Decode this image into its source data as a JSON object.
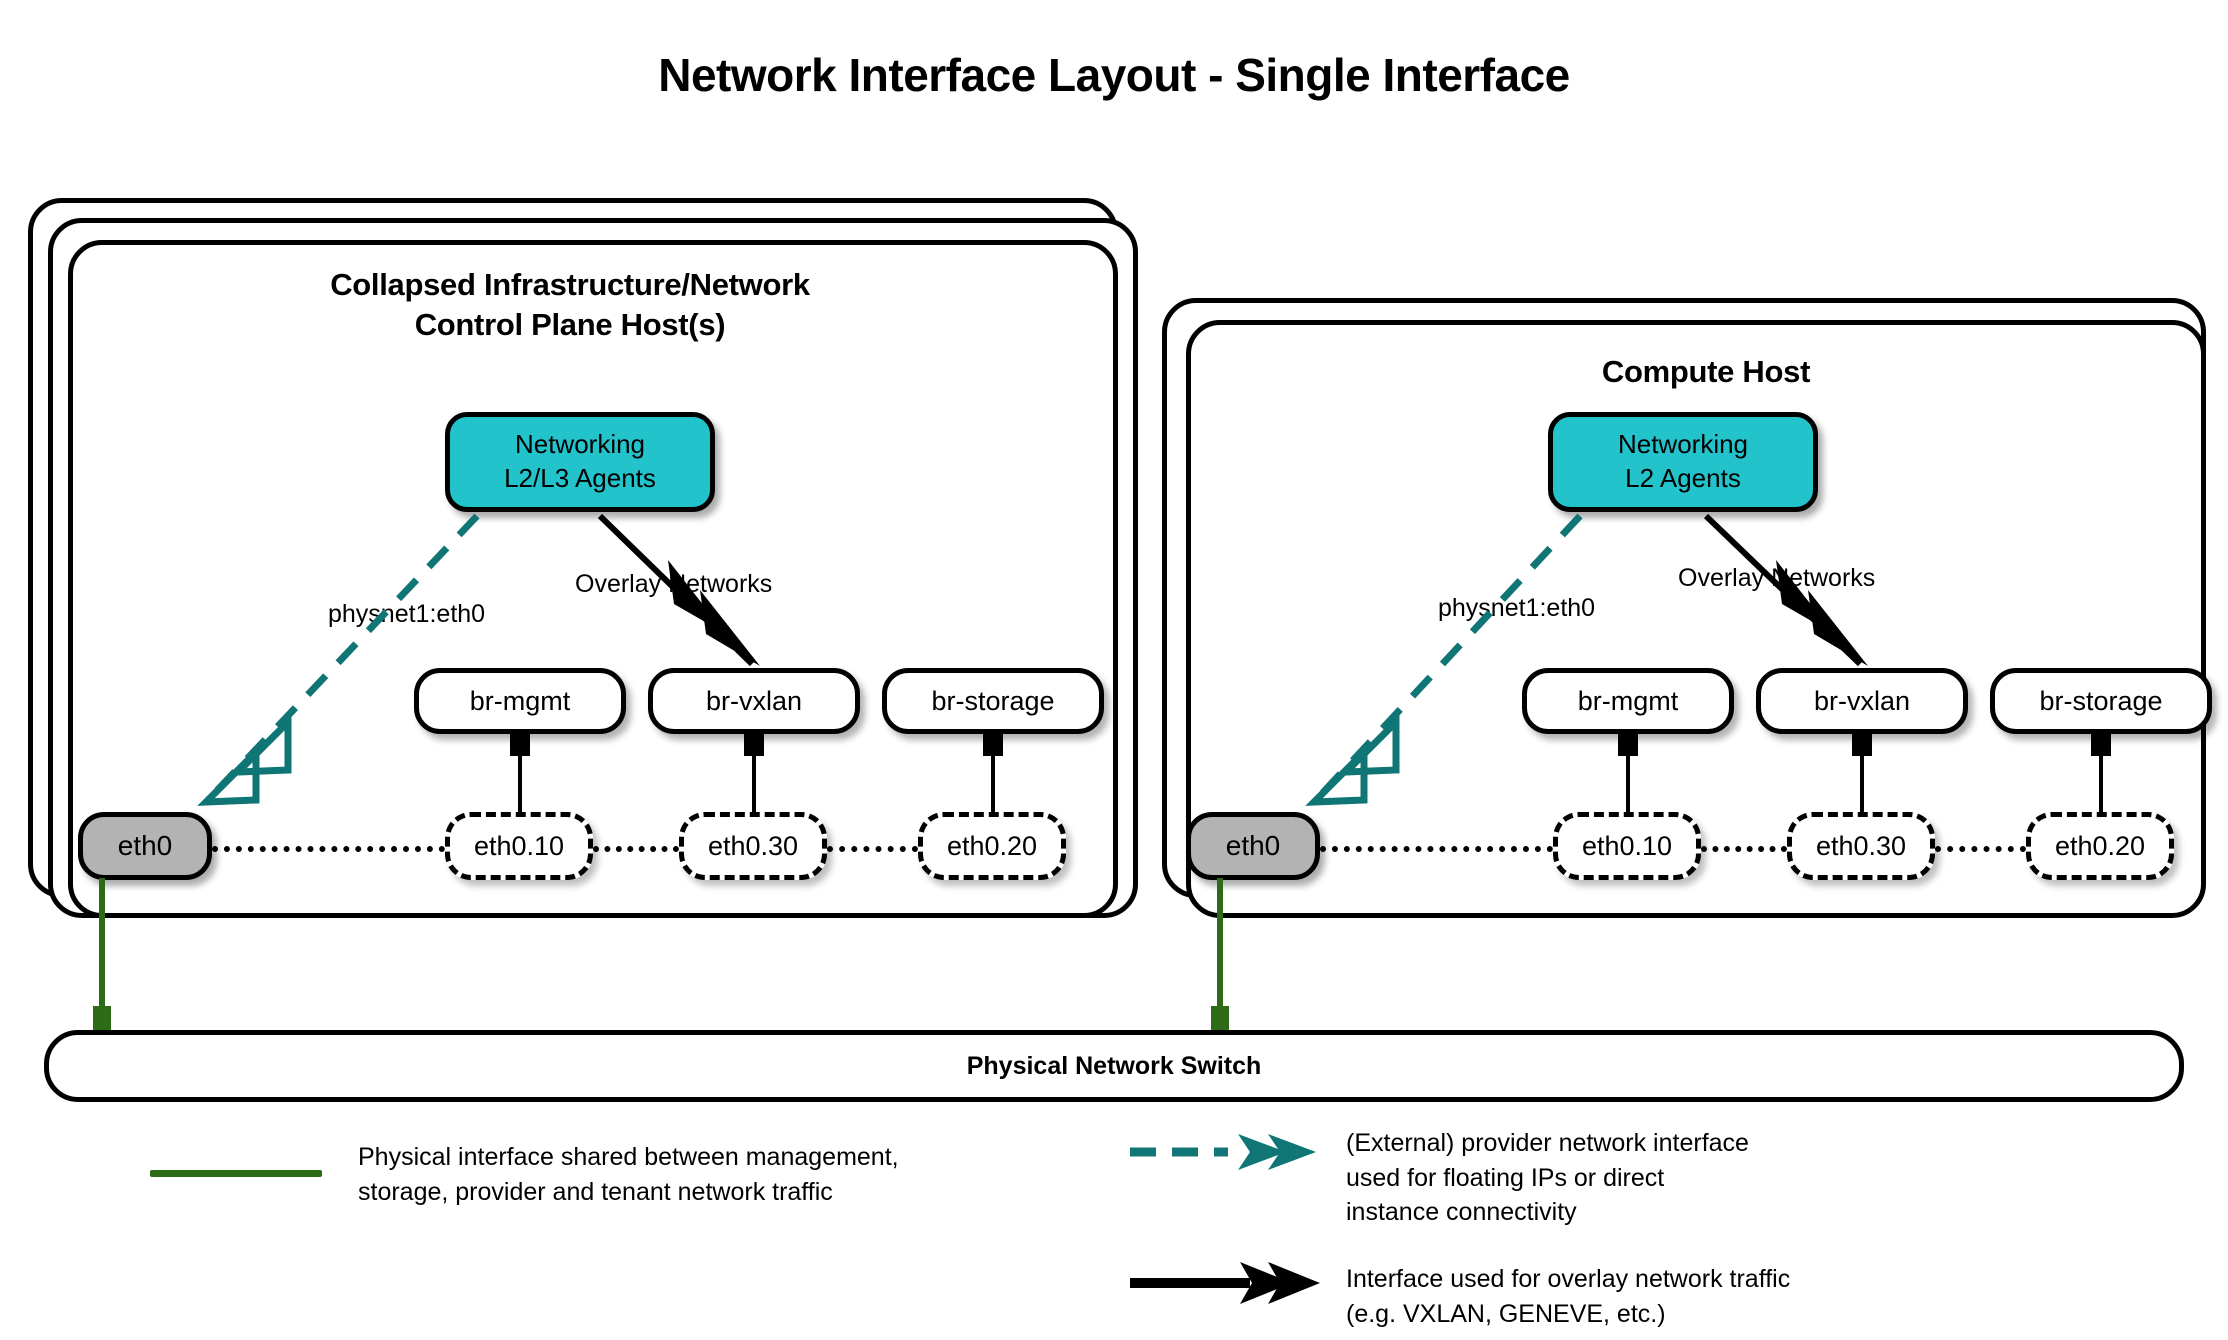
{
  "title": "Network Interface Layout - Single Interface",
  "hosts": [
    {
      "id": "control-plane",
      "title_lines": [
        "Collapsed Infrastructure/Network",
        "Control Plane Host(s)"
      ],
      "stack_count": 3,
      "agent": {
        "lines": [
          "Networking",
          "L2/L3 Agents"
        ],
        "color": "#23c3cc"
      },
      "provider_label": "physnet1:eth0",
      "overlay_label": "Overlay Networks",
      "nic": "eth0",
      "bridges": [
        {
          "name": "br-mgmt",
          "vlan": "eth0.10"
        },
        {
          "name": "br-vxlan",
          "vlan": "eth0.30"
        },
        {
          "name": "br-storage",
          "vlan": "eth0.20"
        }
      ]
    },
    {
      "id": "compute",
      "title_lines": [
        "Compute Host"
      ],
      "stack_count": 2,
      "agent": {
        "lines": [
          "Networking",
          "L2 Agents"
        ],
        "color": "#23c3cc"
      },
      "provider_label": "physnet1:eth0",
      "overlay_label": "Overlay Networks",
      "nic": "eth0",
      "bridges": [
        {
          "name": "br-mgmt",
          "vlan": "eth0.10"
        },
        {
          "name": "br-vxlan",
          "vlan": "eth0.30"
        },
        {
          "name": "br-storage",
          "vlan": "eth0.20"
        }
      ]
    }
  ],
  "switch": {
    "label": "Physical Network Switch"
  },
  "legend": [
    {
      "id": "physical",
      "marker": "solid-green-line",
      "color": "#2d6b16",
      "text": "Physical interface shared between management,\nstorage, provider and tenant network traffic"
    },
    {
      "id": "provider",
      "marker": "teal-dashed-double-arrow",
      "color": "#107575",
      "text": "(External) provider network interface\nused for floating IPs or direct\ninstance connectivity"
    },
    {
      "id": "overlay",
      "marker": "black-solid-double-arrow",
      "color": "#000000",
      "text": "Interface used for overlay network traffic\n(e.g. VXLAN, GENEVE, etc.)"
    }
  ],
  "colors": {
    "agent_cyan": "#23c3cc",
    "provider_teal": "#107575",
    "physical_green": "#2d6b16",
    "nic_gray": "#b3b3b3",
    "outline": "#000000"
  }
}
